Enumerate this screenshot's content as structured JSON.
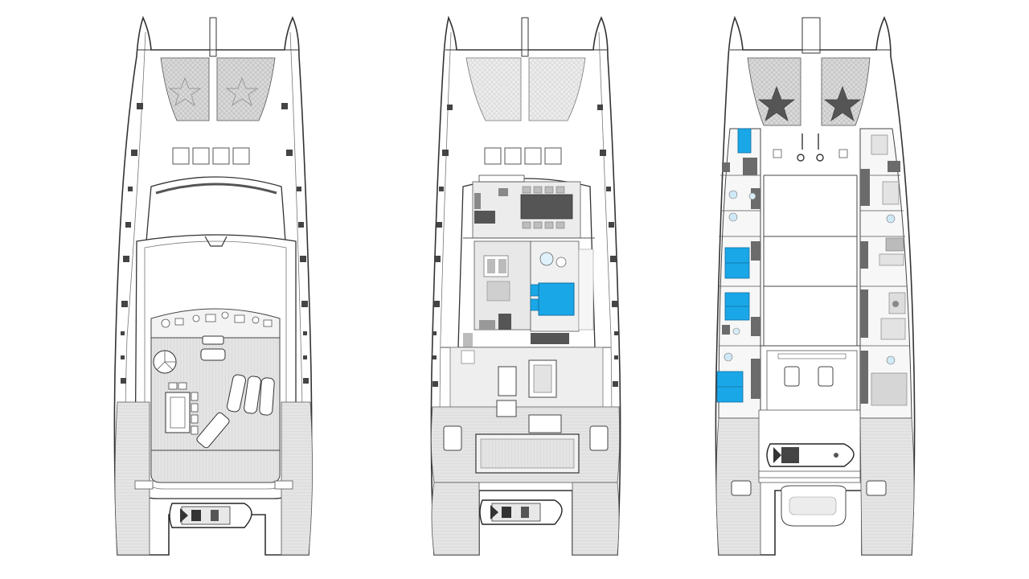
{
  "colors": {
    "background": "#ffffff",
    "line": "#333333",
    "thin_line": "#7a7a7a",
    "trampoline": "#d6d6d6",
    "trampoline_dark": "#bcbcbc",
    "deck_wood": "#e3e3e3",
    "interior_floor": "#e6e6e6",
    "furniture": "#cfcfcf",
    "dark_furniture": "#6b6b6b",
    "bed_blue": "#1aa7e8",
    "bed_blue_dark": "#0f8bc9"
  },
  "icons": {
    "starfish": "starfish-icon",
    "hatch": "hatch-icon",
    "tender": "tender-boat-icon"
  },
  "plans": [
    {
      "name": "flybridge-plan"
    },
    {
      "name": "main-deck-plan"
    },
    {
      "name": "lower-deck-plan"
    }
  ]
}
